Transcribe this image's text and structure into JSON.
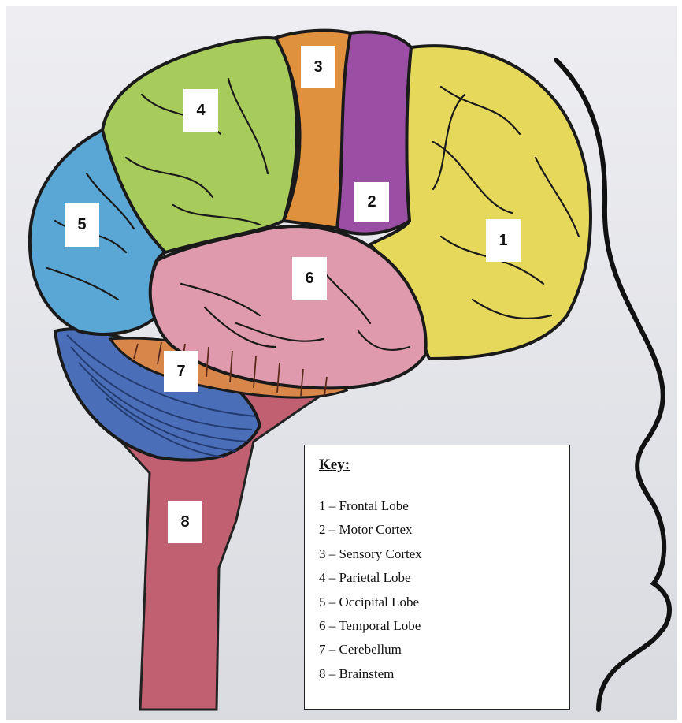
{
  "regions": [
    {
      "number": "1",
      "name": "Frontal Lobe",
      "color": "#e6d85a"
    },
    {
      "number": "2",
      "name": "Motor Cortex",
      "color": "#9a4fa4"
    },
    {
      "number": "3",
      "name": "Sensory Cortex",
      "color": "#e0913e"
    },
    {
      "number": "4",
      "name": "Parietal Lobe",
      "color": "#a8cc5c"
    },
    {
      "number": "5",
      "name": "Occipital Lobe",
      "color": "#5aa6d4"
    },
    {
      "number": "6",
      "name": "Temporal Lobe",
      "color": "#e09aae"
    },
    {
      "number": "7",
      "name": "Cerebellum",
      "color": "#d9864a"
    },
    {
      "number": "8",
      "name": "Brainstem",
      "color": "#c06070"
    }
  ],
  "key": {
    "title": "Key:",
    "items": [
      "1 – Frontal Lobe",
      "2 – Motor Cortex",
      "3 – Sensory Cortex",
      "4 – Parietal Lobe",
      "5 – Occipital Lobe",
      "6 – Temporal Lobe",
      "7 – Cerebellum",
      "8 – Brainstem"
    ]
  },
  "colors": {
    "background": "#e5e6ea",
    "outline": "#1a1a1a",
    "cerebellum_lobes": "#4a6fb8"
  }
}
